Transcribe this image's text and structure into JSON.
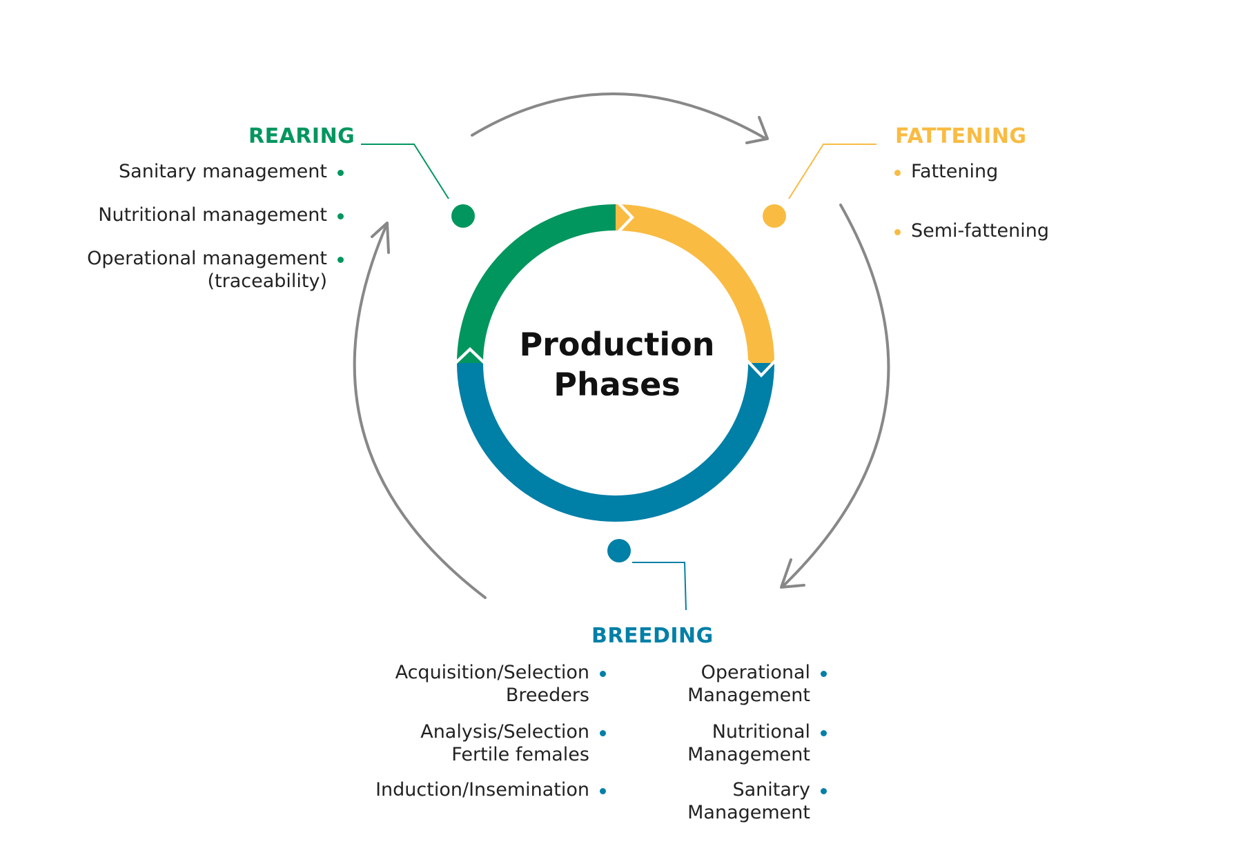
{
  "center": {
    "line1": "Production",
    "line2": "Phases"
  },
  "colors": {
    "rearing": "#00965e",
    "fattening": "#f9bb42",
    "breeding": "#007fa7",
    "arrow": "#888888"
  },
  "rearing": {
    "title": "REARING",
    "items": [
      {
        "line1": "Sanitary management"
      },
      {
        "line1": "Nutritional management"
      },
      {
        "line1": "Operational management",
        "line2": "(traceability)"
      }
    ]
  },
  "fattening": {
    "title": "FATTENING",
    "items": [
      {
        "line1": "Fattening"
      },
      {
        "line1": "Semi-fattening"
      }
    ]
  },
  "breeding": {
    "title": "BREEDING",
    "left_items": [
      {
        "line1": "Acquisition/Selection",
        "line2": "Breeders"
      },
      {
        "line1": "Analysis/Selection",
        "line2": "Fertile females"
      },
      {
        "line1": "Induction/Insemination"
      }
    ],
    "right_items": [
      {
        "line1": "Operational",
        "line2": "Management"
      },
      {
        "line1": "Nutritional",
        "line2": "Management"
      },
      {
        "line1": "Sanitary",
        "line2": "Management"
      }
    ]
  }
}
